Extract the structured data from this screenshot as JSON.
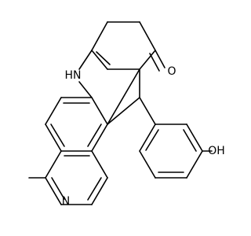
{
  "molecule": {
    "atoms": {
      "nh": "HN",
      "carbonyl_o": "O",
      "hydroxyl": "OH",
      "pyridine_n": "N"
    },
    "colors": {
      "line": "#000000",
      "text": "#000000",
      "background": "#ffffff"
    }
  }
}
